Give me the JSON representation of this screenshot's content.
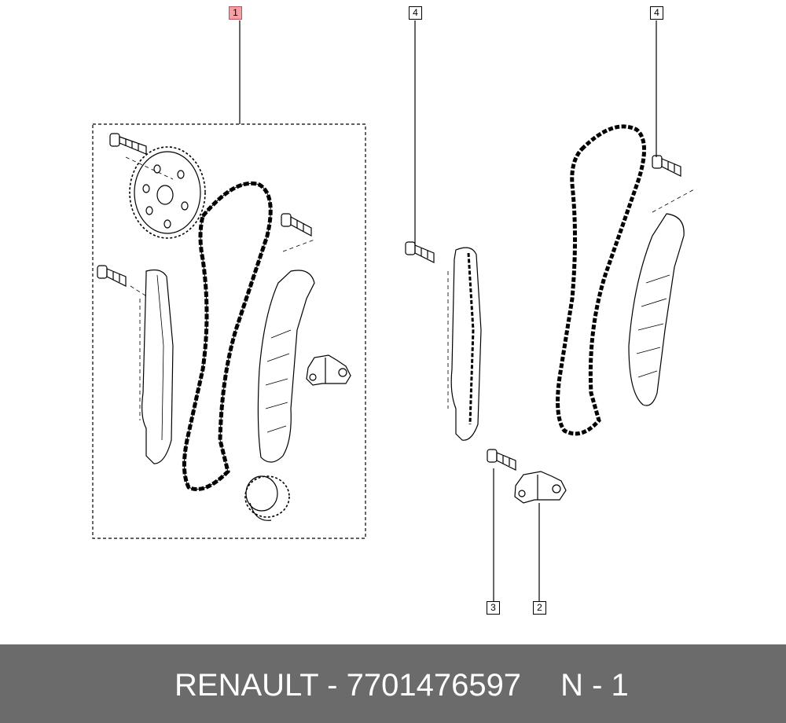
{
  "callouts": {
    "c1": "1",
    "c2": "2",
    "c3": "3",
    "c4a": "4",
    "c4b": "4"
  },
  "footer": {
    "brand": "RENAULT",
    "separator": "-",
    "part_number": "7701476597",
    "suffix": "N - 1"
  },
  "colors": {
    "line": "#000000",
    "callout_highlight": "#f3a0a6",
    "footer_bg": "#6b6b6b",
    "footer_text": "#ffffff"
  }
}
